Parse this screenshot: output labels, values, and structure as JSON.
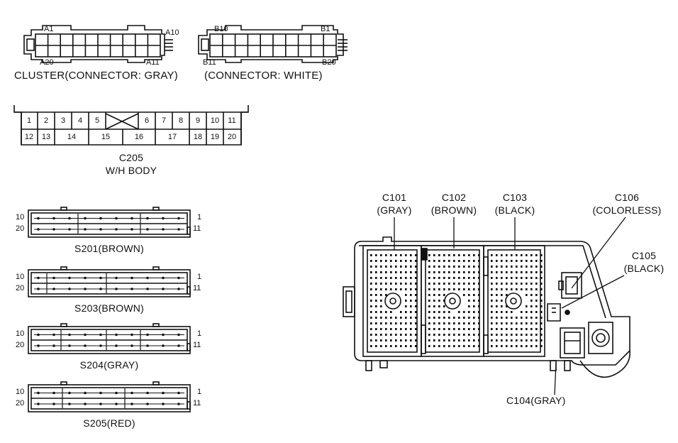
{
  "cluster": {
    "label": "CLUSTER(CONNECTOR: GRAY)",
    "pins": {
      "a1": "A1",
      "a10": "A10",
      "a20": "A20",
      "a11": "A11"
    }
  },
  "white_connector": {
    "label": "(CONNECTOR: WHITE)",
    "pins": {
      "b10": "B10",
      "b1": "B1",
      "b11": "B11",
      "b20": "B20"
    }
  },
  "c205": {
    "name": "C205",
    "sub": "W/H BODY",
    "row1": [
      "1",
      "2",
      "3",
      "4",
      "5",
      "",
      "6",
      "7",
      "8",
      "9",
      "10",
      "11"
    ],
    "row2": [
      "12",
      "13",
      "14",
      "15",
      "16",
      "17",
      "18",
      "19",
      "20"
    ]
  },
  "strips": [
    {
      "name": "S201(BROWN)",
      "left_top": "10",
      "left_bottom": "20",
      "right_top": "1",
      "right_bottom": "11"
    },
    {
      "name": "S203(BROWN)",
      "left_top": "10",
      "left_bottom": "20",
      "right_top": "1",
      "right_bottom": "11"
    },
    {
      "name": "S204(GRAY)",
      "left_top": "10",
      "left_bottom": "20",
      "right_top": "1",
      "right_bottom": "11"
    },
    {
      "name": "S205(RED)",
      "left_top": "10",
      "left_bottom": "20",
      "right_top": "1",
      "right_bottom": "11"
    }
  ],
  "pcm": {
    "c101": {
      "name": "C101",
      "color": "(GRAY)"
    },
    "c102": {
      "name": "C102",
      "color": "(BROWN)"
    },
    "c103": {
      "name": "C103",
      "color": "(BLACK)"
    },
    "c106": {
      "name": "C106",
      "color": "(COLORLESS)"
    },
    "c105": {
      "name": "C105",
      "color": "(BLACK)"
    },
    "c104": {
      "name": "C104(GRAY)"
    }
  }
}
